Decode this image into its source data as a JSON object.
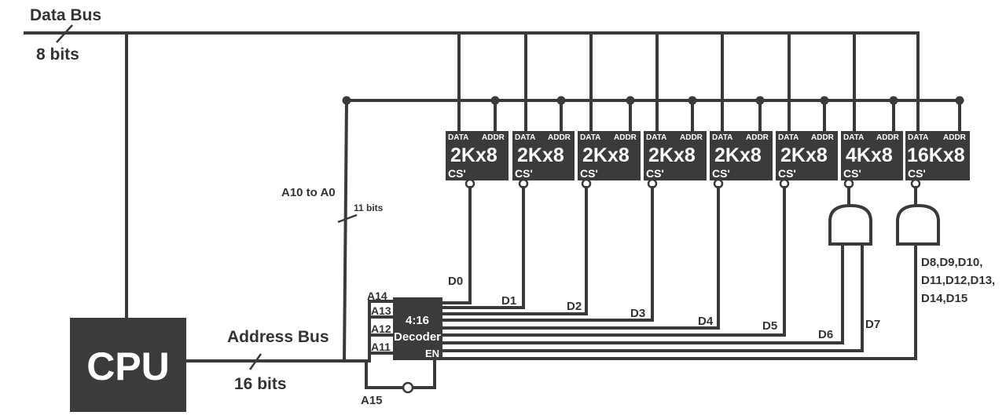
{
  "labels": {
    "data_bus": "Data Bus",
    "data_bus_width": "8 bits",
    "address_bus": "Address Bus",
    "address_bus_width": "16 bits",
    "addr_low": "A10 to A0",
    "addr_low_width": "11 bits",
    "cpu": "CPU",
    "a15": "A15"
  },
  "decoder": {
    "line1": "4:16",
    "line2": "Decoder",
    "enable": "EN",
    "inputs": [
      "A14",
      "A13",
      "A12",
      "A11"
    ]
  },
  "chips": [
    {
      "name": "2Kx8",
      "data": "DATA",
      "addr": "ADDR",
      "cs": "CS'"
    },
    {
      "name": "2Kx8",
      "data": "DATA",
      "addr": "ADDR",
      "cs": "CS'"
    },
    {
      "name": "2Kx8",
      "data": "DATA",
      "addr": "ADDR",
      "cs": "CS'"
    },
    {
      "name": "2Kx8",
      "data": "DATA",
      "addr": "ADDR",
      "cs": "CS'"
    },
    {
      "name": "2Kx8",
      "data": "DATA",
      "addr": "ADDR",
      "cs": "CS'"
    },
    {
      "name": "2Kx8",
      "data": "DATA",
      "addr": "ADDR",
      "cs": "CS'"
    },
    {
      "name": "4Kx8",
      "data": "DATA",
      "addr": "ADDR",
      "cs": "CS'"
    },
    {
      "name": "16Kx8",
      "data": "DATA",
      "addr": "ADDR",
      "cs": "CS'"
    }
  ],
  "decoder_outputs": [
    "D0",
    "D1",
    "D2",
    "D3",
    "D4",
    "D5",
    "D6",
    "D7"
  ],
  "and_gate_inputs": {
    "line1": "D8,D9,D10,",
    "line2": "D11,D12,D13,",
    "line3": "D14,D15"
  }
}
